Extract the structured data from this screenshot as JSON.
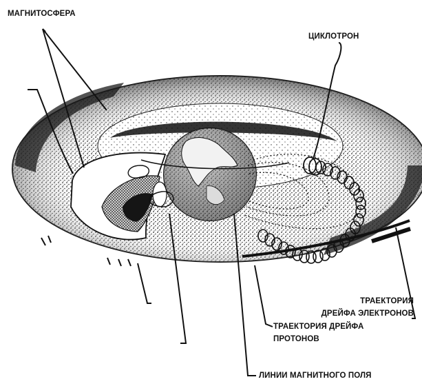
{
  "labels": {
    "magnetosphere": "МАГНИТОСФЕРА",
    "cyclotron": "ЦИКЛОТРОН",
    "electron_drift_line1": "ТРАЕКТОРИЯ",
    "electron_drift_line2": "ДРЕЙФА ЭЛЕКТРОНОВ",
    "proton_drift_line1": "ТРАЕКТОРИЯ ДРЕЙФА",
    "proton_drift_line2": "ПРОТОНОВ",
    "field_lines": "ЛИНИИ МАГНИТНОГО ПОЛЯ"
  },
  "colors": {
    "ink": "#111111",
    "background": "#ffffff",
    "stipple": "#2a2a2a"
  }
}
